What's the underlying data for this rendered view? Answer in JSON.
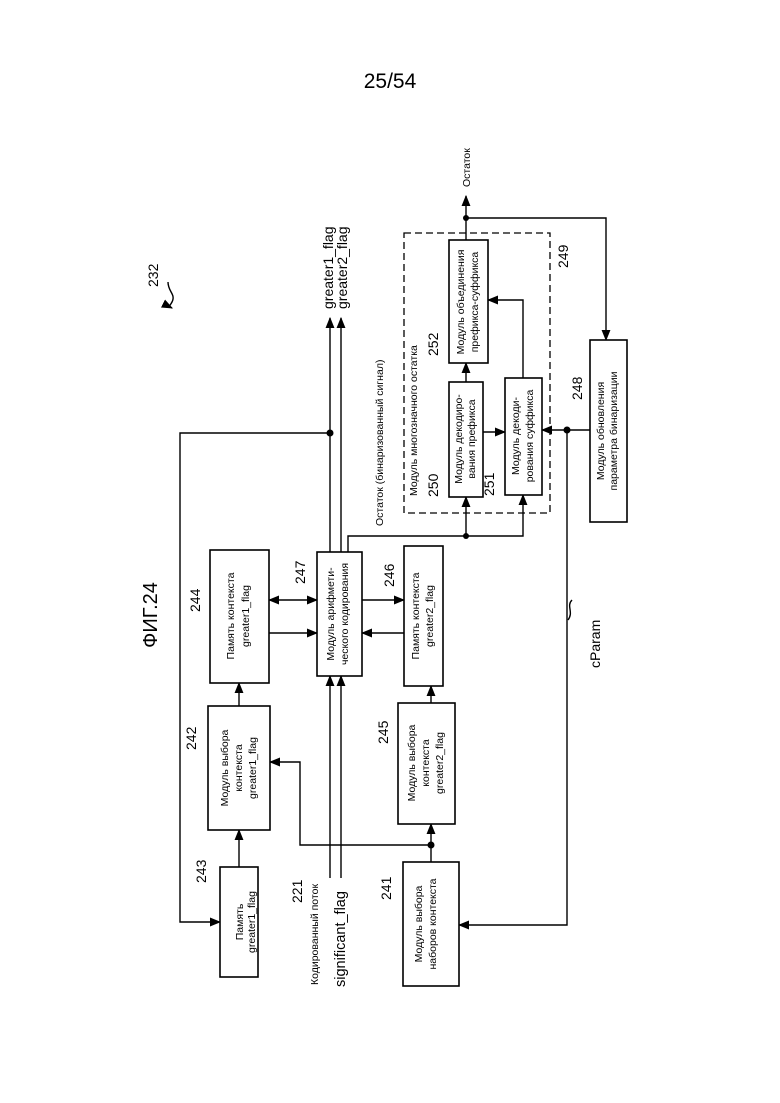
{
  "page_number": "25/54",
  "figure_title": "ФИГ.24",
  "figure_ref": "232",
  "boxes": {
    "b243": {
      "number": "243",
      "lines": [
        "Память",
        "greater1_flag"
      ]
    },
    "b242": {
      "number": "242",
      "lines": [
        "Модуль выбора",
        "контекста",
        "greater1_flag"
      ]
    },
    "b244": {
      "number": "244",
      "lines": [
        "Память контекста",
        "greater1_flag"
      ]
    },
    "b247": {
      "number": "247",
      "lines": [
        "Модуль арифмети-",
        "ческого кодирования"
      ]
    },
    "b246": {
      "number": "246",
      "lines": [
        "Память контекста",
        "greater2_flag"
      ]
    },
    "b245": {
      "number": "245",
      "lines": [
        "Модуль выбора",
        "контекста",
        "greater2_flag"
      ]
    },
    "b241": {
      "number": "241",
      "lines": [
        "Модуль выбора",
        "наборов контекста"
      ]
    },
    "b250": {
      "number": "250",
      "lines": [
        "Модуль декодиро-",
        "вания префикса"
      ]
    },
    "b251": {
      "number": "251",
      "lines": [
        "Модуль декоди-",
        "рования суффикса"
      ]
    },
    "b252": {
      "number": "252",
      "lines": [
        "Модуль объединения",
        "префикса-суффикса"
      ]
    },
    "b248": {
      "number": "248",
      "lines": [
        "Модуль обновления",
        "параметра бинаризации"
      ]
    }
  },
  "module_249": {
    "number": "249",
    "title": "Модуль многозначного остатка"
  },
  "signals": {
    "coded_stream_num": "221",
    "coded_stream": "Кодированный поток",
    "significant_flag": "significant_flag",
    "greater1_flag": "greater1_flag",
    "greater2_flag": "greater2_flag",
    "remainder_binarized": "Остаток (бинаризованный сигнал)",
    "remainder_out": "Остаток",
    "cparam": "cParam"
  }
}
